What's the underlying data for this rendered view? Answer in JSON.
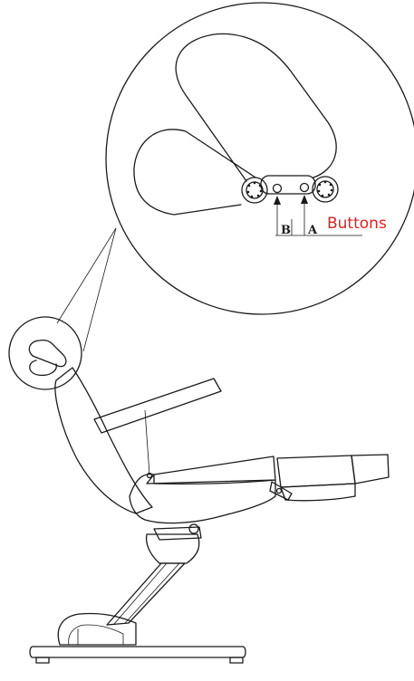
{
  "diagram": {
    "labels": {
      "a": "A",
      "b": "B",
      "buttons": "Buttons"
    },
    "colors": {
      "line": "#1a1a1a",
      "callout_text": "#e02020",
      "background": "#ffffff"
    }
  }
}
